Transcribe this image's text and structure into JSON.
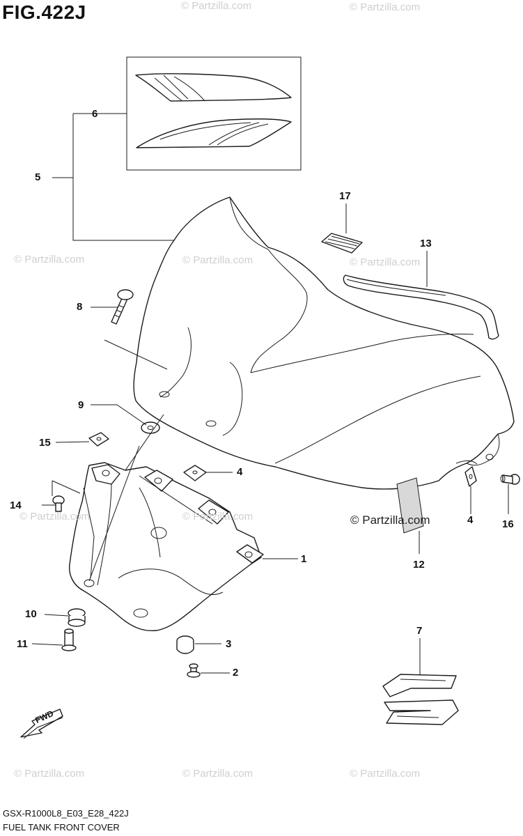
{
  "figure": {
    "title": "FIG.422J",
    "model_code": "GSX-R1000L8_E03_E28_422J",
    "caption": "FUEL TANK FRONT COVER"
  },
  "callouts": [
    {
      "id": "c1",
      "label": "1"
    },
    {
      "id": "c2",
      "label": "2"
    },
    {
      "id": "c3",
      "label": "3"
    },
    {
      "id": "c4a",
      "label": "4"
    },
    {
      "id": "c4b",
      "label": "4"
    },
    {
      "id": "c5",
      "label": "5"
    },
    {
      "id": "c6",
      "label": "6"
    },
    {
      "id": "c7",
      "label": "7"
    },
    {
      "id": "c8",
      "label": "8"
    },
    {
      "id": "c9",
      "label": "9"
    },
    {
      "id": "c10",
      "label": "10"
    },
    {
      "id": "c11",
      "label": "11"
    },
    {
      "id": "c12",
      "label": "12"
    },
    {
      "id": "c13",
      "label": "13"
    },
    {
      "id": "c14",
      "label": "14"
    },
    {
      "id": "c15",
      "label": "15"
    },
    {
      "id": "c16",
      "label": "16"
    },
    {
      "id": "c17",
      "label": "17"
    }
  ],
  "watermark": {
    "text": "© Partzilla.com"
  },
  "fwd_label": "FWD",
  "colors": {
    "line": "#1a1a1a",
    "watermark": "#cfcfcf",
    "background": "#ffffff"
  }
}
